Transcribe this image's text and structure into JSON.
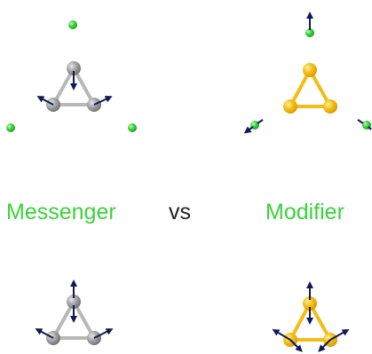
{
  "labels": {
    "left": "Messenger",
    "middle": "vs",
    "right": "Modifier"
  },
  "colors": {
    "label_green": "#3bd23b",
    "label_dark": "#222222",
    "ion_green": "#3bd23b",
    "gray_atom": "#9a9a9a",
    "gold_atom": "#f2bd16",
    "bond_gray": "#b8b8b8",
    "bond_gold": "#f2bd16",
    "arrow": "#101a56"
  }
}
